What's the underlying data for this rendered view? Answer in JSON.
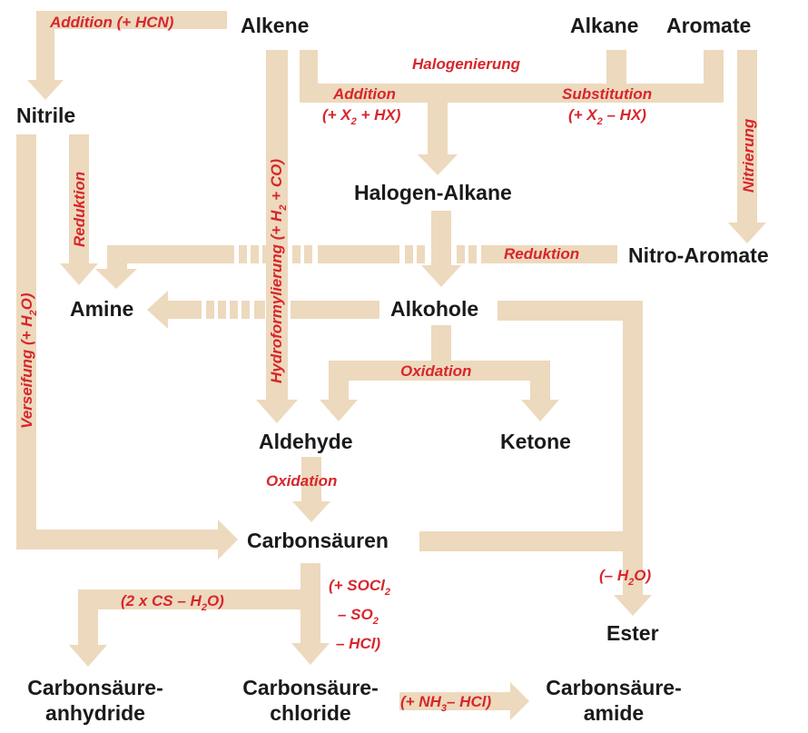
{
  "colors": {
    "arrow": "#edd9bd",
    "reaction": "#d7262c",
    "text": "#1a1a1a",
    "background": "#ffffff"
  },
  "nodes": {
    "alkene": "Alkene",
    "alkane": "Alkane",
    "aromate": "Aromate",
    "nitrile": "Nitrile",
    "halogen_alkane": "Halogen-Alkane",
    "nitro_aromate": "Nitro-Aromate",
    "amine": "Amine",
    "alkohole": "Alkohole",
    "aldehyde": "Aldehyde",
    "ketone": "Ketone",
    "carbonsaeuren": "Carbonsäuren",
    "ester": "Ester",
    "anhydride_1": "Carbonsäure-",
    "anhydride_2": "anhydride",
    "chloride_1": "Carbonsäure-",
    "chloride_2": "chloride",
    "amide_1": "Carbonsäure-",
    "amide_2": "amide"
  },
  "reactions": {
    "addition_hcn": "Addition (+ HCN)",
    "halogenierung": "Halogenierung",
    "addition": "Addition",
    "addition_formula": {
      "a": "(+ X",
      "sub": "2",
      "b": " + HX)"
    },
    "substitution": "Substitution",
    "substitution_formula": {
      "a": "(+ X",
      "sub": "2",
      "b": " – HX)"
    },
    "nitrierung": "Nitrierung",
    "reduktion_left": "Reduktion",
    "hydroformylierung": {
      "a": "Hydroformylierung (+ H",
      "sub": "2",
      "b": " + CO)"
    },
    "verseifung": {
      "a": "Verseifung (+ H",
      "sub": "2",
      "b": "O)"
    },
    "reduktion_nitro": "Reduktion",
    "oxidation_alk": "Oxidation",
    "oxidation_ald": "Oxidation",
    "minus_h2o": {
      "a": "(– H",
      "sub": "2",
      "b": "O)"
    },
    "anhydride_cond": {
      "a": "(2 x CS – H",
      "sub": "2",
      "b": "O)"
    },
    "socl2_1": {
      "a": "(+ SOCl",
      "sub": "2"
    },
    "socl2_2": {
      "a": "– SO",
      "sub": "2"
    },
    "socl2_3": "– HCl)",
    "nh3": {
      "a": "(+ NH",
      "sub": "3",
      "b": "– HCl)"
    }
  }
}
